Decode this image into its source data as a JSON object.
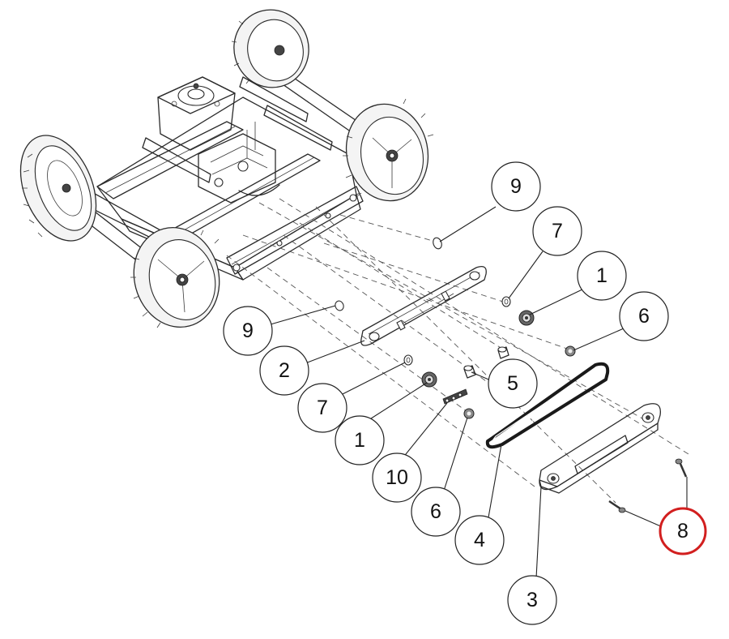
{
  "callouts": [
    {
      "label": "9"
    },
    {
      "label": "7"
    },
    {
      "label": "1"
    },
    {
      "label": "6"
    },
    {
      "label": "9"
    },
    {
      "label": "2"
    },
    {
      "label": "5"
    },
    {
      "label": "7"
    },
    {
      "label": "1"
    },
    {
      "label": "10"
    },
    {
      "label": "6"
    },
    {
      "label": "4"
    },
    {
      "label": "8"
    },
    {
      "label": "3"
    }
  ],
  "highlighted_callout": "8",
  "colors": {
    "highlight": "#d21f1f",
    "line": "#2b2b2b"
  }
}
